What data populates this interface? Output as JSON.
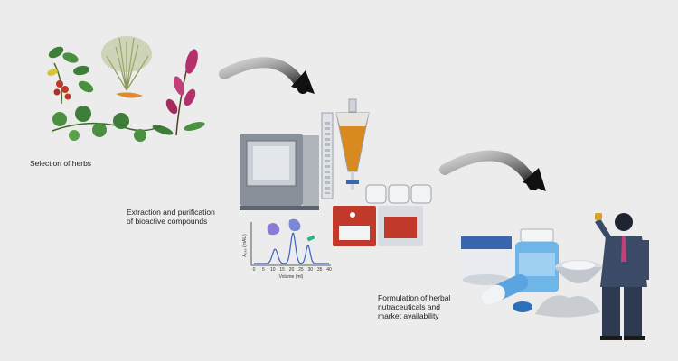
{
  "steps": {
    "herbs": {
      "label": "Selection of herbs"
    },
    "extraction": {
      "label": "Extraction and purification\nof bioactive compounds"
    },
    "formulation": {
      "label": "Formulation of herbal\nnutraceuticals and\nmarket availability"
    }
  },
  "chromatogram": {
    "ylabel": "A₂₈₀ (mAU)",
    "xlabel": "Volume (ml)",
    "ticks": [
      "0",
      "5",
      "10",
      "15",
      "20",
      "25",
      "30",
      "35",
      "40"
    ]
  },
  "colors": {
    "background": "#ececec",
    "arrow": "#1a1a1a",
    "leaf_green": "#3f7d3a",
    "berry_red": "#c0392b",
    "amaranth_pink": "#b5306b",
    "instrument_grey": "#8a9099",
    "funnel_orange": "#d98a1f",
    "pump_red": "#c0392b",
    "chrom_blue": "#5b7fd6",
    "jar_blue": "#6fb6e8",
    "suit_navy": "#3b4a66"
  },
  "icons": [
    "herbs-icon",
    "curved-arrow-icon",
    "instrument-icon",
    "separatory-funnel-icon",
    "chromatography-icon",
    "jar-icon",
    "capsule-icon",
    "bowl-icon",
    "businessman-icon"
  ]
}
